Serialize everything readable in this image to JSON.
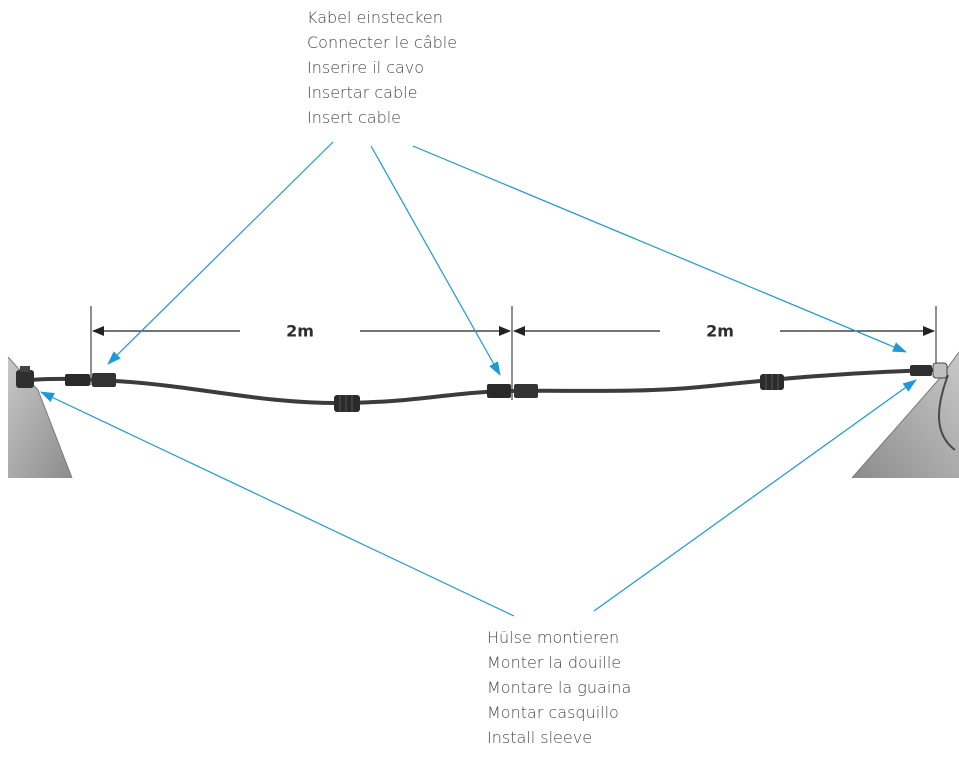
{
  "top_labels": {
    "de": "Kabel einstecken",
    "fr": "Connecter le câble",
    "it": "Inserire il cavo",
    "es": "Insertar cable",
    "en": "Insert cable"
  },
  "bottom_labels": {
    "de": "Hülse montieren",
    "fr": "Monter la douille",
    "it": "Montare la guaina",
    "es": "Montar casquillo",
    "en": "Install sleeve"
  },
  "dimensions": {
    "left": "2m",
    "right": "2m"
  },
  "colors": {
    "callout": "#1a9ad6",
    "cable": "#3c3c3c",
    "post": "#9a9a9a",
    "text": "#4a4a4a",
    "dimension": "#222222"
  }
}
